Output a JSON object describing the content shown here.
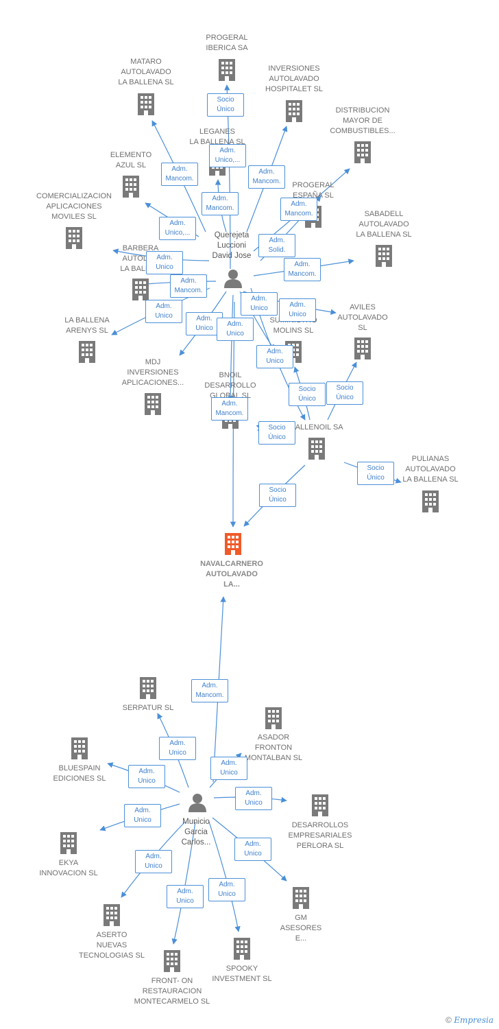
{
  "people": {
    "querejeta": {
      "name": "Querejeta\nLuccioni\nDavid Jose"
    },
    "municio": {
      "name": "Municio\nGarcia\nCarlos..."
    }
  },
  "companies": {
    "progeral_iberica": "PROGERAL\nIBERICA SA",
    "mataro": "MATARO\nAUTOLAVADO\nLA BALLENA SL",
    "inversiones_hosp": "INVERSIONES\nAUTOLAVADO\nHOSPITALET SL",
    "distribucion": "DISTRIBUCION\nMAYOR DE\nCOMBUSTIBLES...",
    "leganes": "LEGANES\nLA BALLENA SL",
    "elemento": "ELEMENTO\nAZUL SL",
    "progeral_espana": "PROGERAL\nESPAÑA SL",
    "comercializacion": "COMERCIALIZACION\nAPLICACIONES\nMOVILES  SL",
    "sabadell": "SABADELL\nAUTOLAVADO\nLA BALLENA SL",
    "barbera": "BARBERA\nAUTOLA...\nLA BALLE...",
    "la_ballena_arenys": "LA BALLENA\nARENYS SL",
    "suministros": "UNIONE\nSUMINISTRO\nMOLINS SL",
    "aviles": "AVILES\nAUTOLAVADO\nSL",
    "mdj": "MDJ\nINVERSIONES\nAPLICACIONES...",
    "bnoil": "BNOIL\nDESARROLLO\nGLOBAL SL",
    "ballenoil": "BALLENOIL SA",
    "pulianas": "PULIANAS\nAUTOLAVADO\nLA BALLENA SL",
    "navalcarnero": "NAVALCARNERO\nAUTOLAVADO\nLA...",
    "serpatur": "SERPATUR SL",
    "asador": "ASADOR\nFRONTON\nMONTALBAN SL",
    "bluespain": "BLUESPAIN\nEDICIONES SL",
    "desarrollos": "DESARROLLOS\nEMPRESARIALES\nPERLORA SL",
    "ekya": "EKYA\nINNOVACION SL",
    "gm": "GM\nASESORES\nE...",
    "aserto": "ASERTO\nNUEVAS\nTECNOLOGIAS SL",
    "front_on": "FRONT- ON\nRESTAURACION\nMONTECARMELO SL",
    "spooky": "SPOOKY\nINVESTMENT SL"
  },
  "edge_labels": {
    "socio_unico": "Socio\nÚnico",
    "adm_mancom": "Adm.\nMancom.",
    "adm_unico": "Adm.\nUnico",
    "adm_unico_trunc": "Adm.\nUnico,...",
    "adm_solid": "Adm.\nSolid."
  },
  "colors": {
    "edge": "#4a8fd8",
    "building": "#7a7a7a",
    "focus_building": "#f05a28",
    "person": "#7a7a7a"
  },
  "footer": {
    "copyright": "©",
    "brand": "Empresia"
  }
}
